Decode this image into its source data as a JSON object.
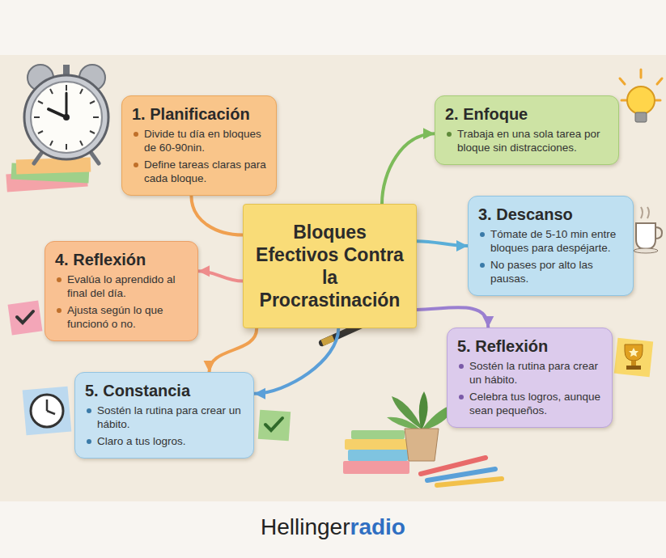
{
  "diagram": {
    "nodes": [
      {
        "text": [
          "Bloques Efectivos Contra la Procrastinación"
        ]
      },
      {
        "text": [
          "1. Planificación",
          "Divide tu día en bloques de 60-90nin.",
          "Define tareas claras para cada bloque."
        ]
      },
      {
        "text": [
          "2. Enfoque",
          "Trabaja en una sola tarea por bloque sin distracciones."
        ]
      },
      {
        "text": [
          "3. Descanso",
          "Tómate de 5-10 min entre bloques para despéjarte.",
          "No pases por alto las pausas."
        ]
      },
      {
        "text": [
          "4. Reflexión",
          "Evalúa lo aprendido al final del día.",
          "Ajusta según lo que funcionó o no."
        ]
      },
      {
        "text": [
          "5. Reflexión",
          "Sostén la rutina para crear un hábito.",
          "Celebra tus logros, aunque sean pequeños."
        ]
      },
      {
        "text": [
          "5. Constancia",
          "Sostén la rutina para crear un hábito.",
          "Claro a tus logros."
        ]
      }
    ],
    "edges": [
      {
        "from": 0,
        "to": 1,
        "arrow": "none"
      },
      {
        "from": 0,
        "to": 2,
        "arrow": "to"
      },
      {
        "from": 0,
        "to": 3,
        "arrow": "to"
      },
      {
        "from": 0,
        "to": 4,
        "arrow": "to"
      },
      {
        "from": 0,
        "to": 5,
        "arrow": "to"
      },
      {
        "from": 0,
        "to": 6,
        "arrow": "to"
      },
      {
        "from": 0,
        "to": 6,
        "arrow": "to"
      }
    ],
    "labels": [
      "Hellinger",
      "radio"
    ]
  }
}
